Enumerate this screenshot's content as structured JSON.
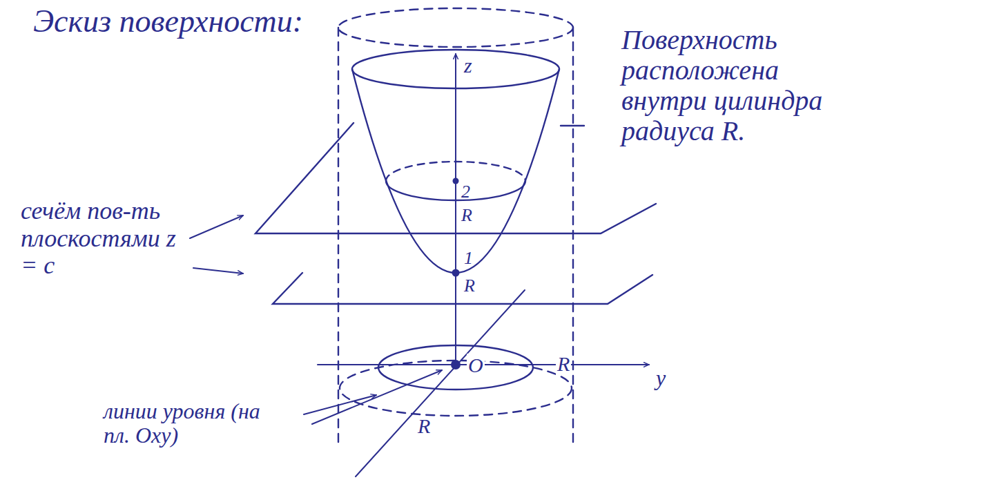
{
  "diagram": {
    "title": "Эскиз поверхности:",
    "labels": [
      "Поверхность расположена внутри цилиндра радиуса R.",
      "z",
      "2",
      "R",
      "1",
      "R",
      "сечём пов-ть плоскостями z = c",
      "O",
      "y",
      "R",
      "линии уровня (на пл. Oxy)",
      "R"
    ]
  }
}
